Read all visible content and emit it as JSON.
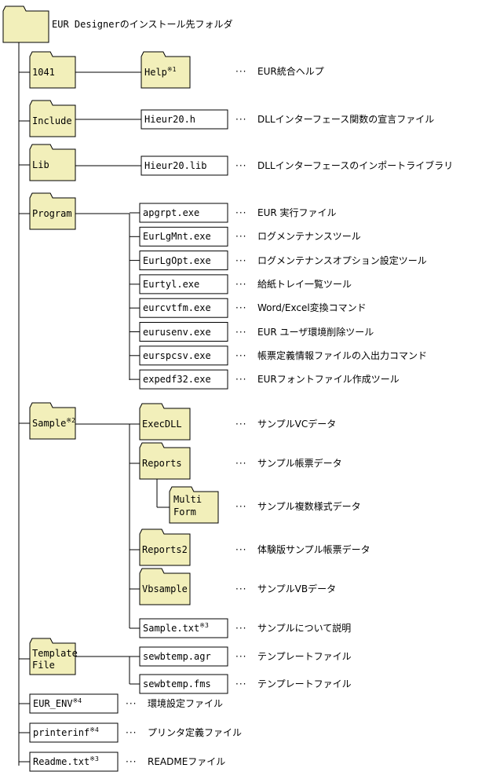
{
  "root": {
    "label": "EUR Designerのインストール先フォルダ"
  },
  "dots": "···",
  "folders": [
    {
      "id": "f1041",
      "label": "1041"
    },
    {
      "id": "fhelp",
      "label": "Help",
      "note": "※1",
      "desc": "EUR統合ヘルプ"
    },
    {
      "id": "finclude",
      "label": "Include"
    },
    {
      "id": "flib",
      "label": "Lib"
    },
    {
      "id": "fprogram",
      "label": "Program"
    },
    {
      "id": "fsample",
      "label": "Sample",
      "note": "※2"
    },
    {
      "id": "fexecdll",
      "label": "ExecDLL",
      "desc": "サンプルVCデータ"
    },
    {
      "id": "freports",
      "label": "Reports",
      "desc": "サンプル帳票データ"
    },
    {
      "id": "fmulti",
      "label": "Multi",
      "label2": "Form",
      "desc": "サンプル複数様式データ"
    },
    {
      "id": "freports2",
      "label": "Reports2",
      "desc": "体験版サンプル帳票データ"
    },
    {
      "id": "fvbsample",
      "label": "Vbsample",
      "desc": "サンプルVBデータ"
    },
    {
      "id": "ftemplate",
      "label": "Template",
      "label2": "File"
    }
  ],
  "files": [
    {
      "id": "hieur20h",
      "label": "Hieur20.h",
      "desc": "DLLインターフェース関数の宣言ファイル"
    },
    {
      "id": "hieur20lib",
      "label": "Hieur20.lib",
      "desc": "DLLインターフェースのインポートライブラリ"
    },
    {
      "id": "apgrpt",
      "label": "apgrpt.exe",
      "desc": "EUR 実行ファイル"
    },
    {
      "id": "eurlgmnt",
      "label": "EurLgMnt.exe",
      "desc": "ログメンテナンスツール"
    },
    {
      "id": "eurlgopt",
      "label": "EurLgOpt.exe",
      "desc": "ログメンテナンスオプション設定ツール"
    },
    {
      "id": "eurtyl",
      "label": "Eurtyl.exe",
      "desc": "給紙トレイ一覧ツール"
    },
    {
      "id": "eurcvtfm",
      "label": "eurcvtfm.exe",
      "desc": "Word/Excel変換コマンド"
    },
    {
      "id": "eurusenv",
      "label": "eurusenv.exe",
      "desc": "EUR ユーザ環境削除ツール"
    },
    {
      "id": "eurspcsv",
      "label": "eurspcsv.exe",
      "desc": "帳票定義情報ファイルの入出力コマンド"
    },
    {
      "id": "expedf32",
      "label": "expedf32.exe",
      "desc": "EURフォントファイル作成ツール"
    },
    {
      "id": "sampletxt",
      "label": "Sample.txt",
      "note": "※3",
      "desc": "サンプルについて説明"
    },
    {
      "id": "sewbagr",
      "label": "sewbtemp.agr",
      "desc": "テンプレートファイル"
    },
    {
      "id": "sewbfms",
      "label": "sewbtemp.fms",
      "desc": "テンプレートファイル"
    },
    {
      "id": "eurenv",
      "label": "EUR_ENV",
      "note": "※4",
      "desc": "環境設定ファイル"
    },
    {
      "id": "printerinf",
      "label": "printerinf",
      "note": "※4",
      "desc": "プリンタ定義ファイル"
    },
    {
      "id": "readme",
      "label": "Readme.txt",
      "note": "※3",
      "desc": "READMEファイル"
    }
  ]
}
